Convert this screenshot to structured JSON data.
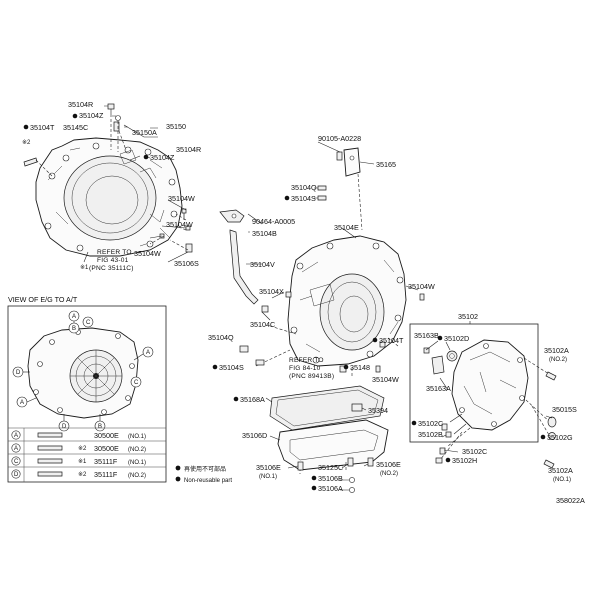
{
  "diagram_code": "358022A",
  "callouts": {
    "c35104R_top": "35104R",
    "c35104Z_top": "35104Z",
    "c35104T_left": "35104T",
    "c35145C": "35145C",
    "c35150": "35150",
    "c35150A": "35150A",
    "c35104R_right": "35104R",
    "c35104Z_mid": "35104Z",
    "c_note2_left": "※2",
    "c35104W_1": "35104W",
    "c35104W_2": "35104W",
    "c35104W_3": "35104W",
    "c35106S": "35106S",
    "c_note1_left": "※1",
    "c90105": "90105-A0228",
    "c35165": "35165",
    "c35104Q_top": "35104Q",
    "c35104S_top": "35104S",
    "c90464": "90464-A0005",
    "c35104B": "35104B",
    "c35104E": "35104E",
    "c35104V": "35104V",
    "c35104X": "35104X",
    "c35104C": "35104C",
    "c35104W_right": "35104W",
    "c35104Q_bot": "35104Q",
    "c35104S_bot": "35104S",
    "c35148": "35148",
    "c35104T_right": "35104T",
    "c35104W_bot": "35104W",
    "c35102": "35102",
    "c35163B": "35163B",
    "c35102D": "35102D",
    "c35163A": "35163A",
    "c35102A_top": "35102A",
    "c35102A_top_no": "(NO.2)",
    "c35015S": "35015S",
    "c35102G": "35102G",
    "c35102C_1": "35102C",
    "c35102B": "35102B",
    "c35102C_2": "35102C",
    "c35102H": "35102H",
    "c35102A_bot": "35102A",
    "c35102A_bot_no": "(NO.1)",
    "c35168A": "35168A",
    "c35394": "35394",
    "c35106D": "35106D",
    "c35106E_left": "35106E",
    "c35106E_left_no": "(NO.1)",
    "c35125C": "35125C",
    "c35106E_right": "35106E",
    "c35106E_right_no": "(NO.2)",
    "c35106B": "35106B",
    "c35106A": "35106A"
  },
  "refs": {
    "ref_left_1": "REFER TO",
    "ref_left_2": "FIG 43-01",
    "ref_left_3": "(PNC 35111C)",
    "ref_mid_1": "REFER TO",
    "ref_mid_2": "FIG 84-10",
    "ref_mid_3": "(PNC 89413B)"
  },
  "view_box": {
    "title": "VIEW OF E/G TO A/T",
    "markers": [
      "A",
      "B",
      "C",
      "D"
    ],
    "rows": [
      {
        "marker": "A",
        "note": "",
        "part": "30500E",
        "no": "(NO.1)"
      },
      {
        "marker": "A",
        "note": "※2",
        "part": "30500E",
        "no": "(NO.2)"
      },
      {
        "marker": "C",
        "note": "※1",
        "part": "35111F",
        "no": "(NO.1)"
      },
      {
        "marker": "D",
        "note": "※2",
        "part": "35111F",
        "no": "(NO.2)"
      }
    ]
  },
  "legend": {
    "note_jp": "再使用不可部品",
    "note_en": "Non-reusable part"
  }
}
